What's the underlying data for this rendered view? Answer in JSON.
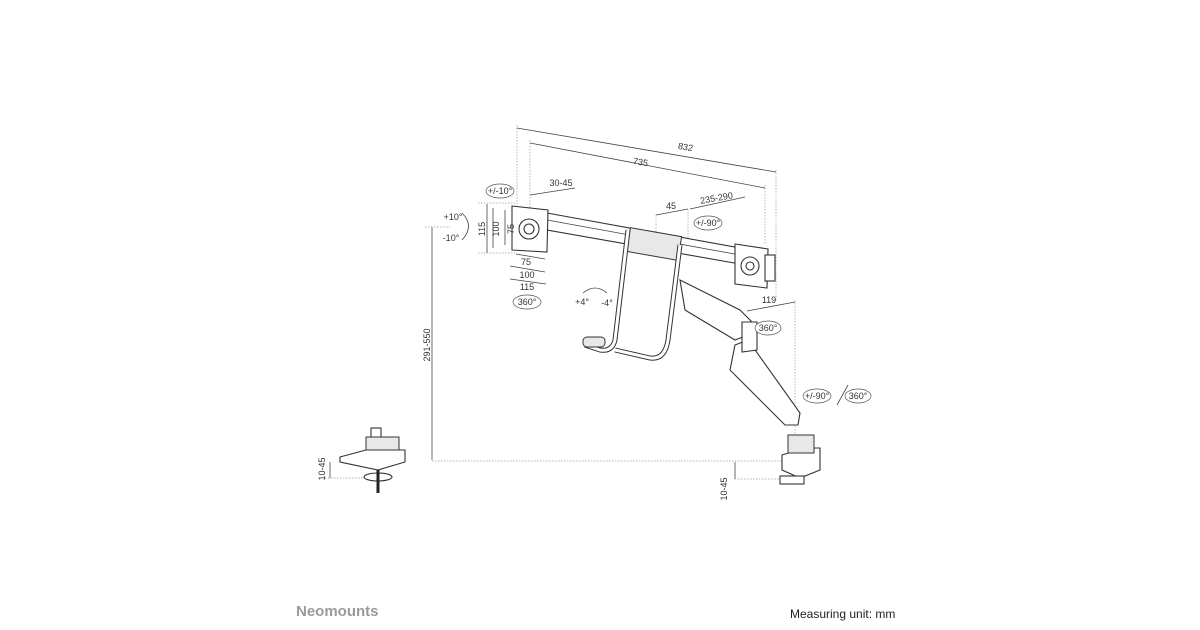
{
  "brand": "Neomounts",
  "measuring_unit": "Measuring unit: mm",
  "dimensions": {
    "overall_width": "832",
    "pole_distance": "735",
    "vesa_offset": "30-45",
    "tilt_side": "+/-10°",
    "tilt_up": "+10°",
    "tilt_down": "-10°",
    "vesa_v_115": "115",
    "vesa_v_100": "100",
    "vesa_v_75": "75",
    "vesa_h_75": "75",
    "vesa_h_100": "100",
    "vesa_h_115": "115",
    "rotate_left": "360°",
    "center_gap": "45",
    "extension": "235-290",
    "swivel_right": "+/-90°",
    "bar_tilt_up": "+4°",
    "bar_tilt_down": "-4°",
    "depth": "119",
    "rotate_right": "360°",
    "arm_swivel": "+/-90°",
    "arm_rotate": "360°",
    "height_range": "291-550",
    "desk_left": "10-45",
    "desk_right": "10-45"
  }
}
